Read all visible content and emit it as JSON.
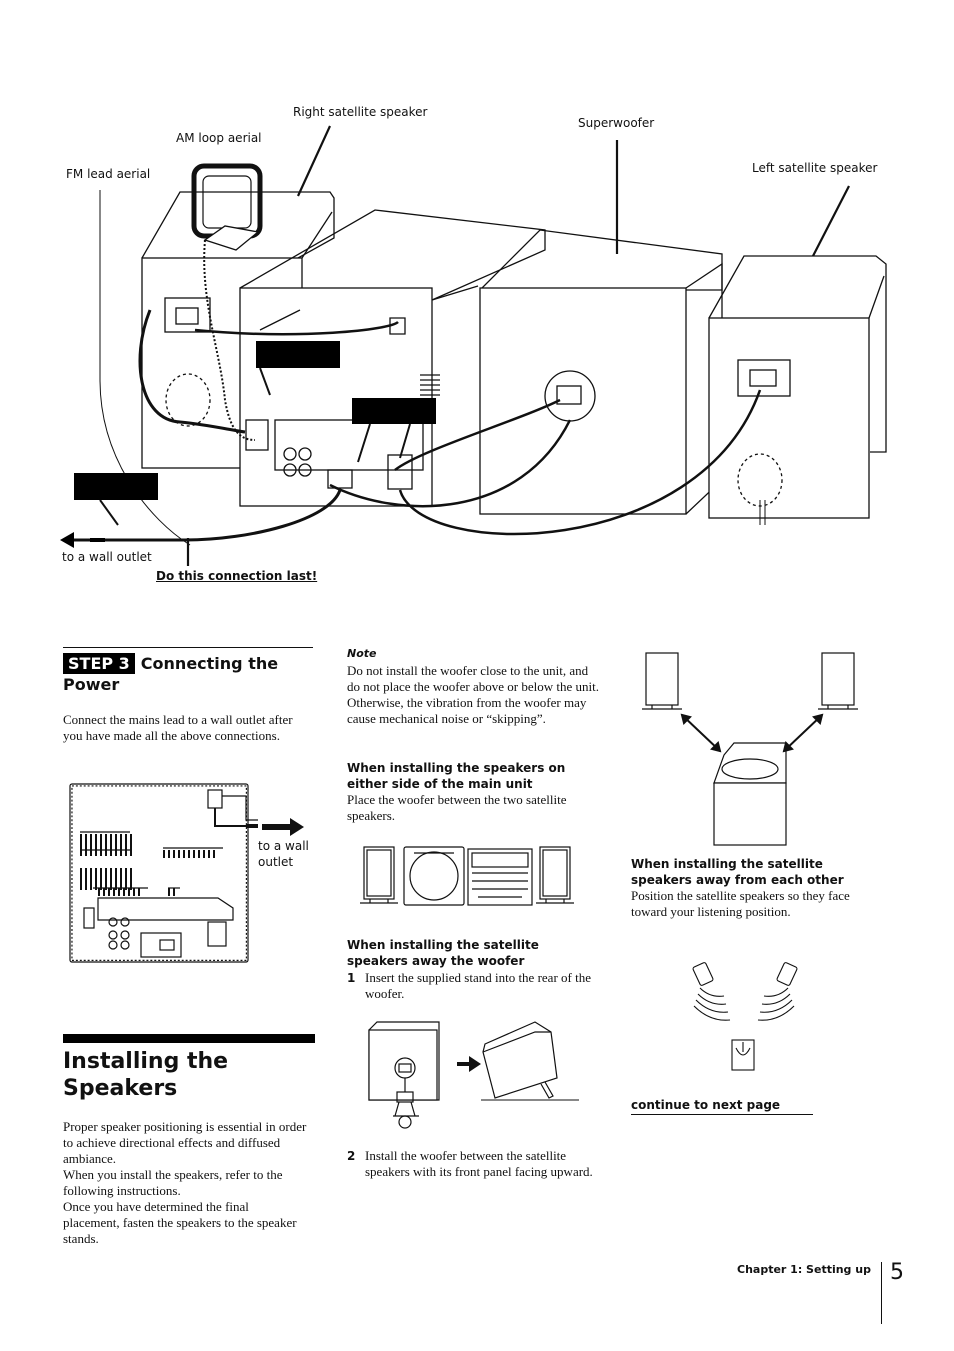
{
  "diagram": {
    "labels": {
      "right_satellite": "Right satellite speaker",
      "am_loop": "AM loop aerial",
      "fm_lead": "FM lead aerial",
      "superwoofer": "Superwoofer",
      "left_satellite": "Left satellite speaker",
      "wall_outlet": "to a wall outlet",
      "do_last": "Do this connection last!"
    }
  },
  "step3": {
    "badge": "STEP 3",
    "title_a": "Connecting the",
    "title_b": "Power",
    "text": "Connect the mains lead to a wall outlet after you have made all the above connections.",
    "outlet_a": "to a wall",
    "outlet_b": "outlet"
  },
  "installing": {
    "title_a": "Installing the",
    "title_b": "Speakers",
    "p1": "Proper speaker positioning is essential in order to achieve directional effects and diffused ambiance.",
    "p2": "When you install the speakers, refer to the following instructions.",
    "p3": "Once you have determined the final placement, fasten the speakers to the speaker stands."
  },
  "note": {
    "heading": "Note",
    "text": "Do not install the woofer close to the unit, and do not place the woofer above or below the unit. Otherwise, the vibration from the woofer may cause mechanical noise or “skipping”."
  },
  "either_side": {
    "heading": "When installing the speakers on either side of the main unit",
    "text": "Place the woofer between the two satellite speakers."
  },
  "away_woofer": {
    "heading": "When installing the satellite speakers away the woofer",
    "step1_num": "1",
    "step1": "Insert the supplied stand into the rear of the woofer.",
    "step2_num": "2",
    "step2": "Install the woofer between the satellite speakers with its front panel facing upward."
  },
  "away_each": {
    "heading": "When installing the satellite speakers away from each other",
    "text": "Position the satellite speakers so they face toward your listening position."
  },
  "continue": "continue to next page",
  "footer": {
    "chapter": "Chapter 1: Setting up",
    "page": "5"
  }
}
